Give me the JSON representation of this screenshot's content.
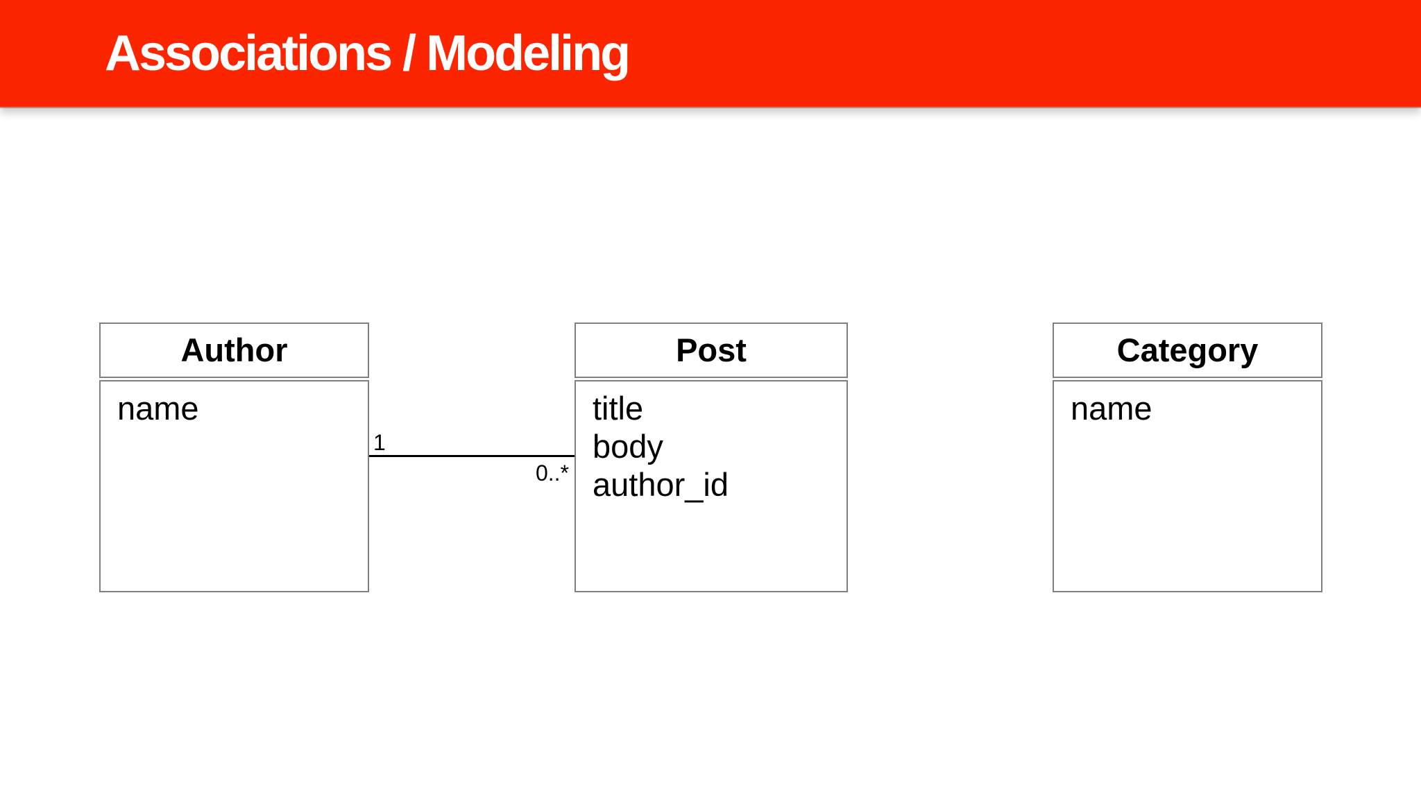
{
  "header": {
    "title": "Associations / Modeling",
    "background_color": "#fb2600",
    "text_color": "#ffffff"
  },
  "diagram": {
    "entities": [
      {
        "name": "Author",
        "attributes": [
          "name"
        ]
      },
      {
        "name": "Post",
        "attributes": [
          "title",
          "body",
          "author_id"
        ]
      },
      {
        "name": "Category",
        "attributes": [
          "name"
        ]
      }
    ],
    "association": {
      "from": "Author",
      "to": "Post",
      "from_multiplicity": "1",
      "to_multiplicity": "0..*"
    },
    "colors": {
      "box_border": "#7f7f7f",
      "line": "#000000",
      "text": "#000000"
    }
  }
}
